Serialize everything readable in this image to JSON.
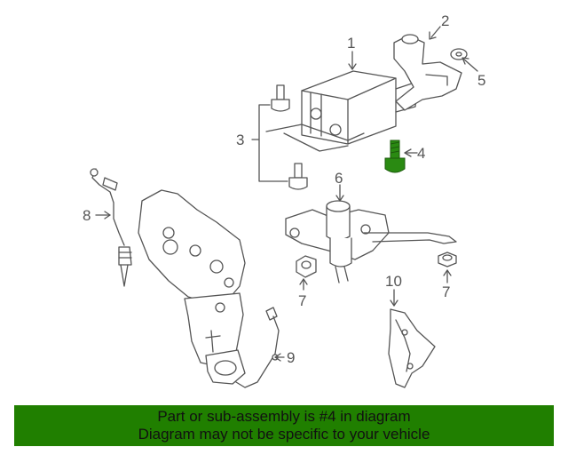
{
  "callouts": {
    "c1": "1",
    "c2": "2",
    "c3": "3",
    "c4": "4",
    "c5": "5",
    "c6": "6",
    "c7a": "7",
    "c7b": "7",
    "c8": "8",
    "c9": "9",
    "c10": "10"
  },
  "highlight_color": "#2a8a12",
  "banner": {
    "line1": "Part or sub-assembly is #4 in diagram",
    "line2": "Diagram may not be specific to your vehicle",
    "background": "#207f00"
  }
}
